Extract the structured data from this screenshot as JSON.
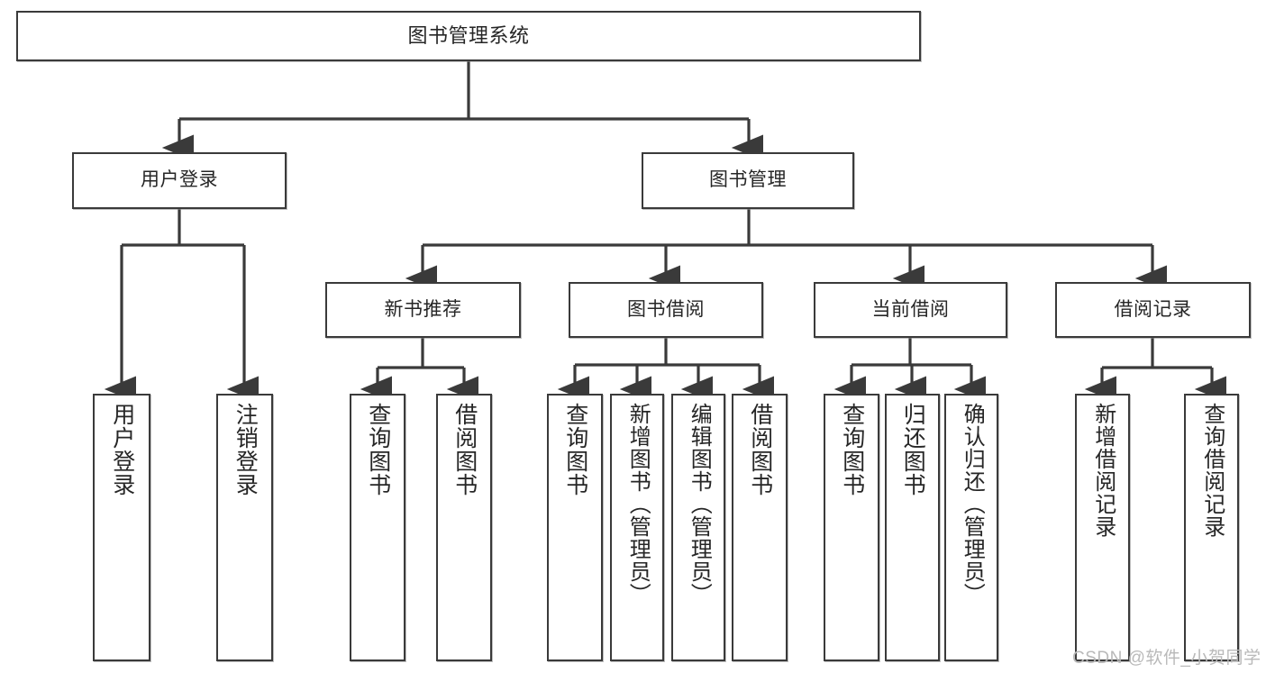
{
  "diagram": {
    "type": "tree",
    "title": "图书管理系统",
    "root": {
      "label": "图书管理系统"
    },
    "level2": [
      {
        "label": "用户登录"
      },
      {
        "label": "图书管理"
      }
    ],
    "level3": [
      {
        "label": "新书推荐"
      },
      {
        "label": "图书借阅"
      },
      {
        "label": "当前借阅"
      },
      {
        "label": "借阅记录"
      }
    ],
    "leaves": {
      "user_login": [
        {
          "label": "用户登录"
        },
        {
          "label": "注销登录"
        }
      ],
      "new_book_recommend": [
        {
          "label": "查询图书"
        },
        {
          "label": "借阅图书"
        }
      ],
      "book_borrow": [
        {
          "label": "查询图书"
        },
        {
          "label": "新增图书（管理员）"
        },
        {
          "label": "编辑图书（管理员）"
        },
        {
          "label": "借阅图书"
        }
      ],
      "current_borrow": [
        {
          "label": "查询图书"
        },
        {
          "label": "归还图书"
        },
        {
          "label": "确认归还（管理员）"
        }
      ],
      "borrow_record": [
        {
          "label": "新增借阅记录"
        },
        {
          "label": "查询借阅记录"
        }
      ]
    }
  },
  "watermark": {
    "text": "CSDN @软件_小贺同学"
  },
  "colors": {
    "box_border": "#3a3a3a",
    "box_fill": "#ffffff",
    "edge": "#3a3a3a",
    "text": "#262626",
    "watermark": "#b9b9b9"
  }
}
